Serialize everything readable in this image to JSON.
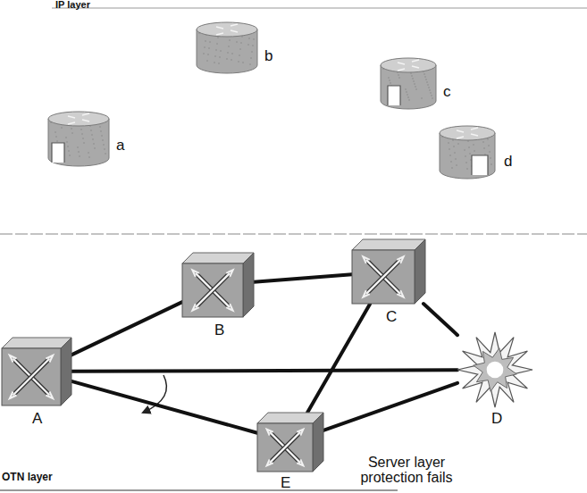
{
  "diagram": {
    "nodes": [
      {
        "text": [
          "a"
        ]
      },
      {
        "text": [
          "b"
        ]
      },
      {
        "text": [
          "c"
        ]
      },
      {
        "text": [
          "d"
        ]
      },
      {
        "text": [
          "A"
        ]
      },
      {
        "text": [
          "B"
        ]
      },
      {
        "text": [
          "C"
        ]
      },
      {
        "text": [
          "D"
        ]
      },
      {
        "text": [
          "E"
        ]
      }
    ],
    "edges": [
      {
        "from": 4,
        "to": 5,
        "arrow": "none"
      },
      {
        "from": 5,
        "to": 6,
        "arrow": "none"
      },
      {
        "from": 6,
        "to": 7,
        "arrow": "none"
      },
      {
        "from": 4,
        "to": 7,
        "arrow": "none"
      },
      {
        "from": 4,
        "to": 8,
        "arrow": "none"
      },
      {
        "from": 8,
        "to": 6,
        "arrow": "none"
      },
      {
        "from": 8,
        "to": 7,
        "arrow": "none"
      }
    ],
    "labels": [
      "IP layer",
      "OTN layer",
      "Server layer protection fails"
    ]
  }
}
